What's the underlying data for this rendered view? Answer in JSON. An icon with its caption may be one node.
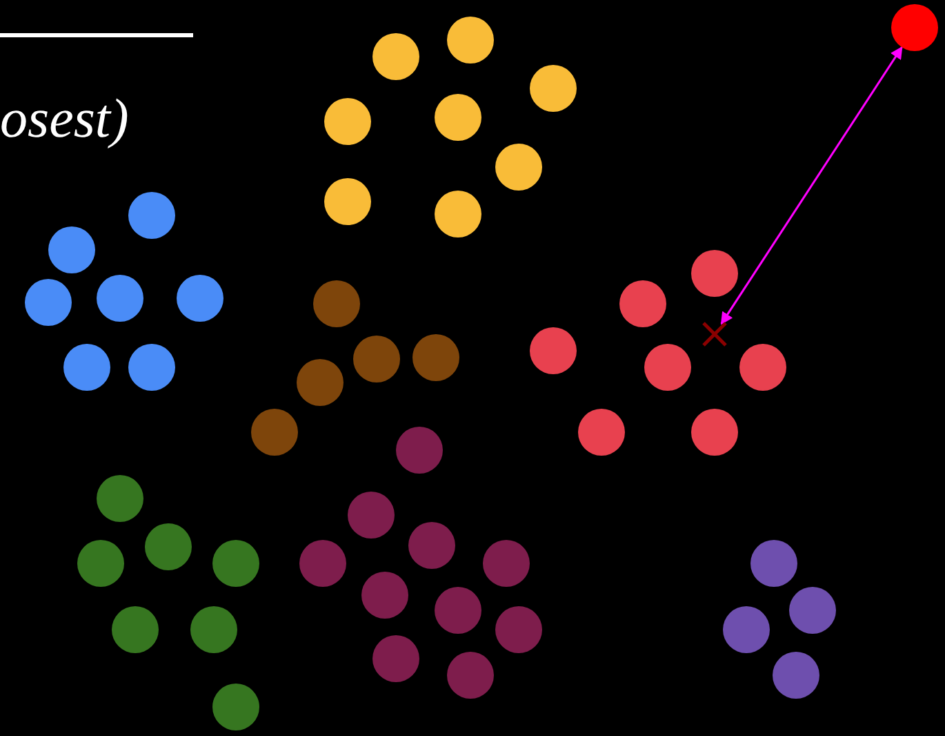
{
  "diagram": {
    "nodes": [
      {
        "text": [],
        "shape": "circle"
      },
      {
        "text": [],
        "shape": "cross"
      }
    ],
    "edges": [
      {
        "from": 1,
        "to": 0,
        "arrow": "both",
        "color": "#ff00ff"
      }
    ],
    "labels": [
      "osest)"
    ]
  }
}
